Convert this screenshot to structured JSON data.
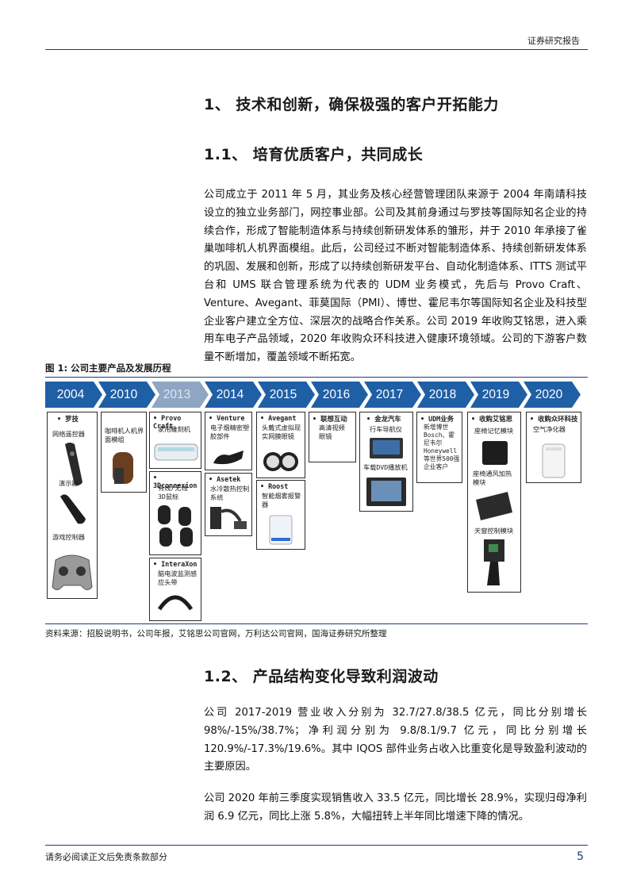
{
  "header": {
    "label": "证券研究报告"
  },
  "sections": {
    "h1": "1、 技术和创新，确保极强的客户开拓能力",
    "h2": "1.1、 培育优质客户，共同成长",
    "h3": "1.2、 产品结构变化导致利润波动"
  },
  "paragraphs": {
    "p1": "公司成立于 2011 年 5 月，其业务及核心经营管理团队来源于 2004 年南靖科技设立的独立业务部门，网控事业部。公司及其前身通过与罗技等国际知名企业的持续合作，形成了智能制造体系与持续创新研发体系的雏形，并于 2010 年承接了雀巢咖啡机人机界面模组。此后，公司经过不断对智能制造体系、持续创新研发体系的巩固、发展和创新，形成了以持续创新研发平台、自动化制造体系、ITTS 测试平台和 UMS 联合管理系统为代表的 UDM 业务模式，先后与 Provo Craft、Venture、Avegant、菲莫国际（PMI）、博世、霍尼韦尔等国际知名企业及科技型企业客户建立全方位、深层次的战略合作关系。公司 2019 年收购艾铭思，进入乘用车电子产品领域，2020 年收购众环科技进入健康环境领域。公司的下游客户数量不断增加，覆盖领域不断拓宽。",
    "p2": "公司 2017-2019 营业收入分别为 32.7/27.8/38.5 亿元，同比分别增长 98%/-15%/38.7%；净利润分别为 9.8/8.1/9.7 亿元，同比分别增长 120.9%/-17.3%/19.6%。其中 IQOS 部件业务占收入比重变化是导致盈利波动的主要原因。",
    "p3": "公司 2020 年前三季度实现销售收入 33.5 亿元，同比增长 28.9%，实现归母净利润 6.9 亿元，同比上涨 5.8%，大幅扭转上半年同比增速下降的情况。"
  },
  "figure": {
    "title": "图 1:  公司主要产品及发展历程",
    "source": "资料来源：招股说明书，公司年报，艾铭思公司官网，万利达公司官网，国海证券研究所整理",
    "years": [
      "2004",
      "2010",
      "2013",
      "2014",
      "2015",
      "2016",
      "2017",
      "2018",
      "2019",
      "2020"
    ],
    "colors": {
      "chevron": "#1f5fa6",
      "chevron_muted": "#8ea6c4"
    },
    "boxes": {
      "logitech": {
        "title": "• 罗技",
        "items": [
          "网络遥控器",
          "演示器",
          "游戏控制器"
        ]
      },
      "nestle": {
        "items": [
          "咖啡机人机界面模组"
        ]
      },
      "provo": {
        "title": "• Provo Craft",
        "items": [
          "家用雕刻机"
        ]
      },
      "3dconnexion": {
        "title": "• 3Dconnexion",
        "items": [
          "有线/无线 3D鼠标"
        ]
      },
      "interaxon": {
        "title": "• InteraXon",
        "items": [
          "脑电波监测感应头带"
        ]
      },
      "venture": {
        "title": "• Venture",
        "items": [
          "电子烟精密塑胶部件"
        ]
      },
      "asetek": {
        "title": "• Asetek",
        "items": [
          "水冷散热控制系统"
        ]
      },
      "avegant": {
        "title": "• Avegant",
        "items": [
          "头戴式虚拟现实网膜眼镜"
        ]
      },
      "roost": {
        "title": "• Roost",
        "items": [
          "智能烟雾报警器"
        ]
      },
      "lianxiang": {
        "title": "• 联想互动",
        "items": [
          "高清视频眼镜"
        ]
      },
      "jinlong": {
        "title": "• 金龙汽车",
        "items": [
          "行车导航仪",
          "车载DVD播放机"
        ]
      },
      "udm": {
        "title": "• UDM业务",
        "items": [
          "新增博世 Bosch、霍尼韦尔 Honeywell 等世界500强企业客户"
        ]
      },
      "aimingsi": {
        "title": "• 收购艾铭思",
        "items": [
          "座椅记忆模块",
          "座椅通风加热模块",
          "天窗控制模块"
        ]
      },
      "zhonghuan": {
        "title": "• 收购众环科技",
        "items": [
          "空气净化器"
        ]
      }
    }
  },
  "footer": {
    "disclaimer": "请务必阅读正文后免责条款部分",
    "page": "5"
  }
}
